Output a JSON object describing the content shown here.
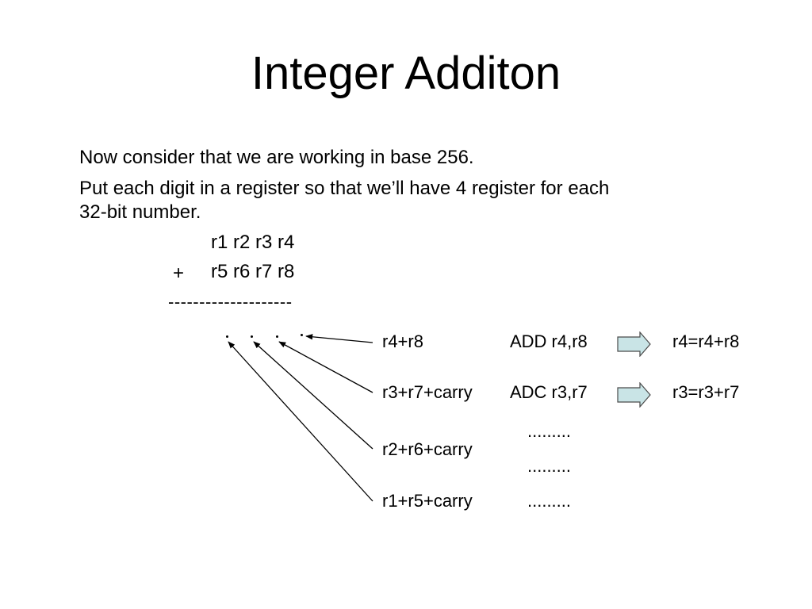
{
  "slide": {
    "title": "Integer Additon",
    "bullets": [
      "Now consider that we are working in base 256.",
      "Put each digit in a register so that we’ll have 4 register for each",
      "32-bit number."
    ],
    "addition": {
      "operand1": "r1 r2 r3 r4",
      "plus": "+",
      "operand2": "r5 r6 r7 r8",
      "separator": "--------------------"
    },
    "steps": [
      {
        "expr": "r4+r8",
        "instruction": "ADD r4,r8",
        "result": "r4=r4+r8"
      },
      {
        "expr": "r3+r7+carry",
        "instruction": "ADC r3,r7",
        "result": "r3=r3+r7"
      },
      {
        "expr": "r2+r6+carry",
        "instruction": "",
        "result": ""
      },
      {
        "expr": "r1+r5+carry",
        "instruction": ".........",
        "result": ""
      }
    ],
    "ellipses": [
      ".........",
      "........."
    ],
    "colors": {
      "arrow_fill": "#c9e4e6",
      "arrow_stroke": "#4a4a4a"
    }
  }
}
